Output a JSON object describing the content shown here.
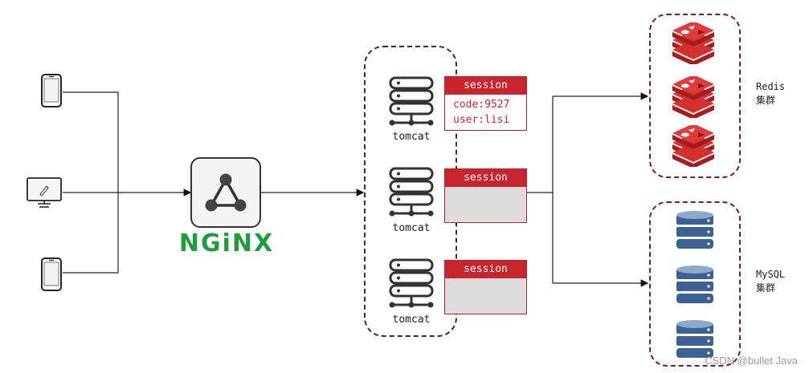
{
  "nginx": {
    "logo_text": "NGiNX"
  },
  "tomcat": {
    "label": "tomcat",
    "instances": [
      {
        "label": "tomcat",
        "session_title": "session",
        "session_lines": [
          "code:9527",
          "user:lisi"
        ]
      },
      {
        "label": "tomcat",
        "session_title": "session",
        "session_lines": []
      },
      {
        "label": "tomcat",
        "session_title": "session",
        "session_lines": []
      }
    ]
  },
  "clusters": {
    "redis": {
      "label_line1": "Redis",
      "label_line2": "集群"
    },
    "mysql": {
      "label_line1": "MySQL",
      "label_line2": "集群"
    }
  },
  "watermark": "CSDN @bullet Java",
  "colors": {
    "redis_red": "#d62f2f",
    "mysql_blue": "#3d6193",
    "nginx_green": "#1f9c3e",
    "session_red": "#c7262f",
    "cluster_border": "#7a1c24"
  },
  "icons": [
    "phone-icon",
    "desktop-icon",
    "nginx-triangle-icon",
    "server-icon",
    "redis-icon",
    "database-icon"
  ]
}
